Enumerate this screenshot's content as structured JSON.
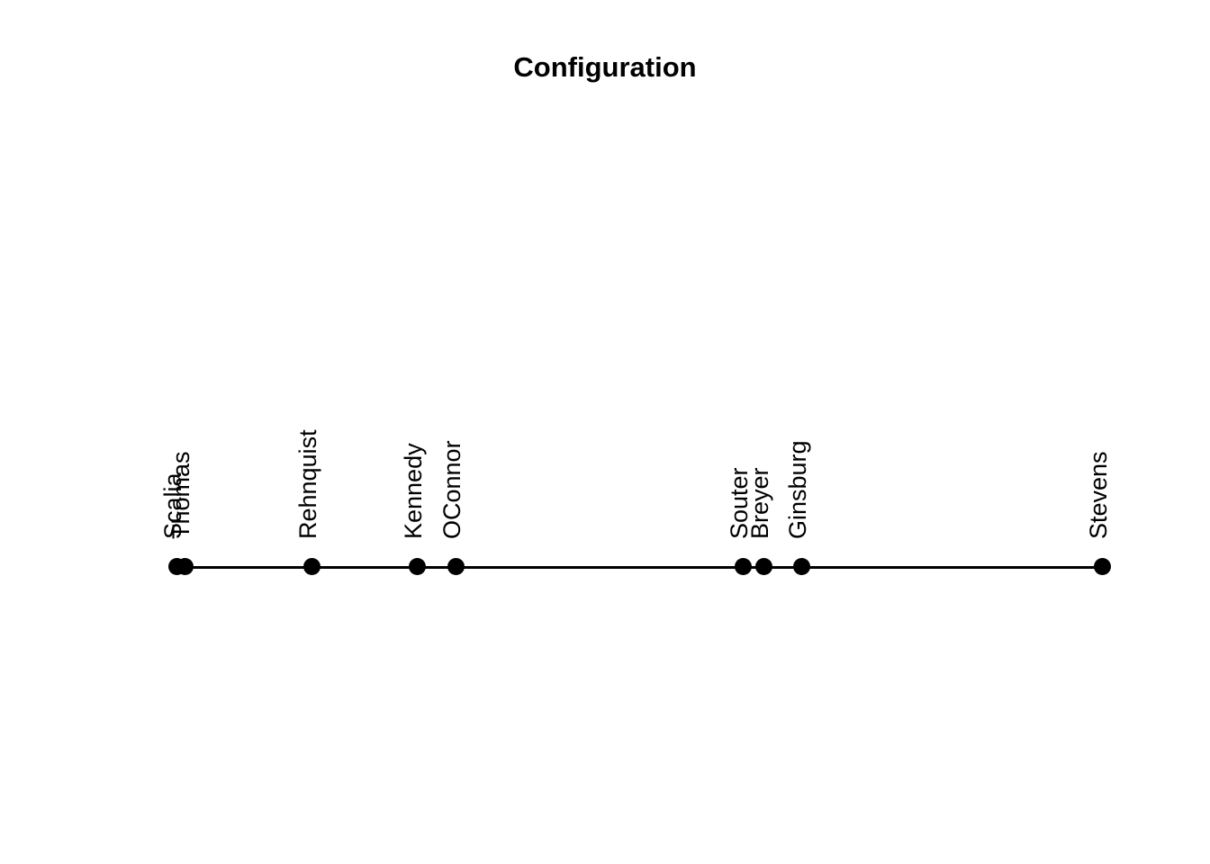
{
  "plot": {
    "title": "Configuration",
    "background_color": "#ffffff",
    "foreground_color": "#000000"
  },
  "chart_data": {
    "type": "scatter",
    "title": "Configuration",
    "xlabel": "",
    "ylabel": "",
    "orientation": "one-dimensional-horizontal",
    "grid": false,
    "legend": false,
    "axis": {
      "visible_line": true,
      "ticks": false,
      "tick_labels": false,
      "xlim": [
        196,
        1224
      ]
    },
    "labels_rotated_degrees": 90,
    "point_marker": "filled-circle",
    "categories": [
      "Scalia",
      "Thomas",
      "Rehnquist",
      "Kennedy",
      "OConnor",
      "Souter",
      "Breyer",
      "Ginsburg",
      "Stevens"
    ],
    "x": [
      196,
      205,
      346,
      463,
      506,
      825,
      848,
      890,
      1224
    ],
    "y": [
      0,
      0,
      0,
      0,
      0,
      0,
      0,
      0,
      0
    ],
    "points": [
      {
        "label": "Scalia",
        "x": 196,
        "y": 0
      },
      {
        "label": "Thomas",
        "x": 205,
        "y": 0
      },
      {
        "label": "Rehnquist",
        "x": 346,
        "y": 0
      },
      {
        "label": "Kennedy",
        "x": 463,
        "y": 0
      },
      {
        "label": "OConnor",
        "x": 506,
        "y": 0
      },
      {
        "label": "Souter",
        "x": 825,
        "y": 0
      },
      {
        "label": "Breyer",
        "x": 848,
        "y": 0
      },
      {
        "label": "Ginsburg",
        "x": 890,
        "y": 0
      },
      {
        "label": "Stevens",
        "x": 1224,
        "y": 0
      }
    ]
  }
}
